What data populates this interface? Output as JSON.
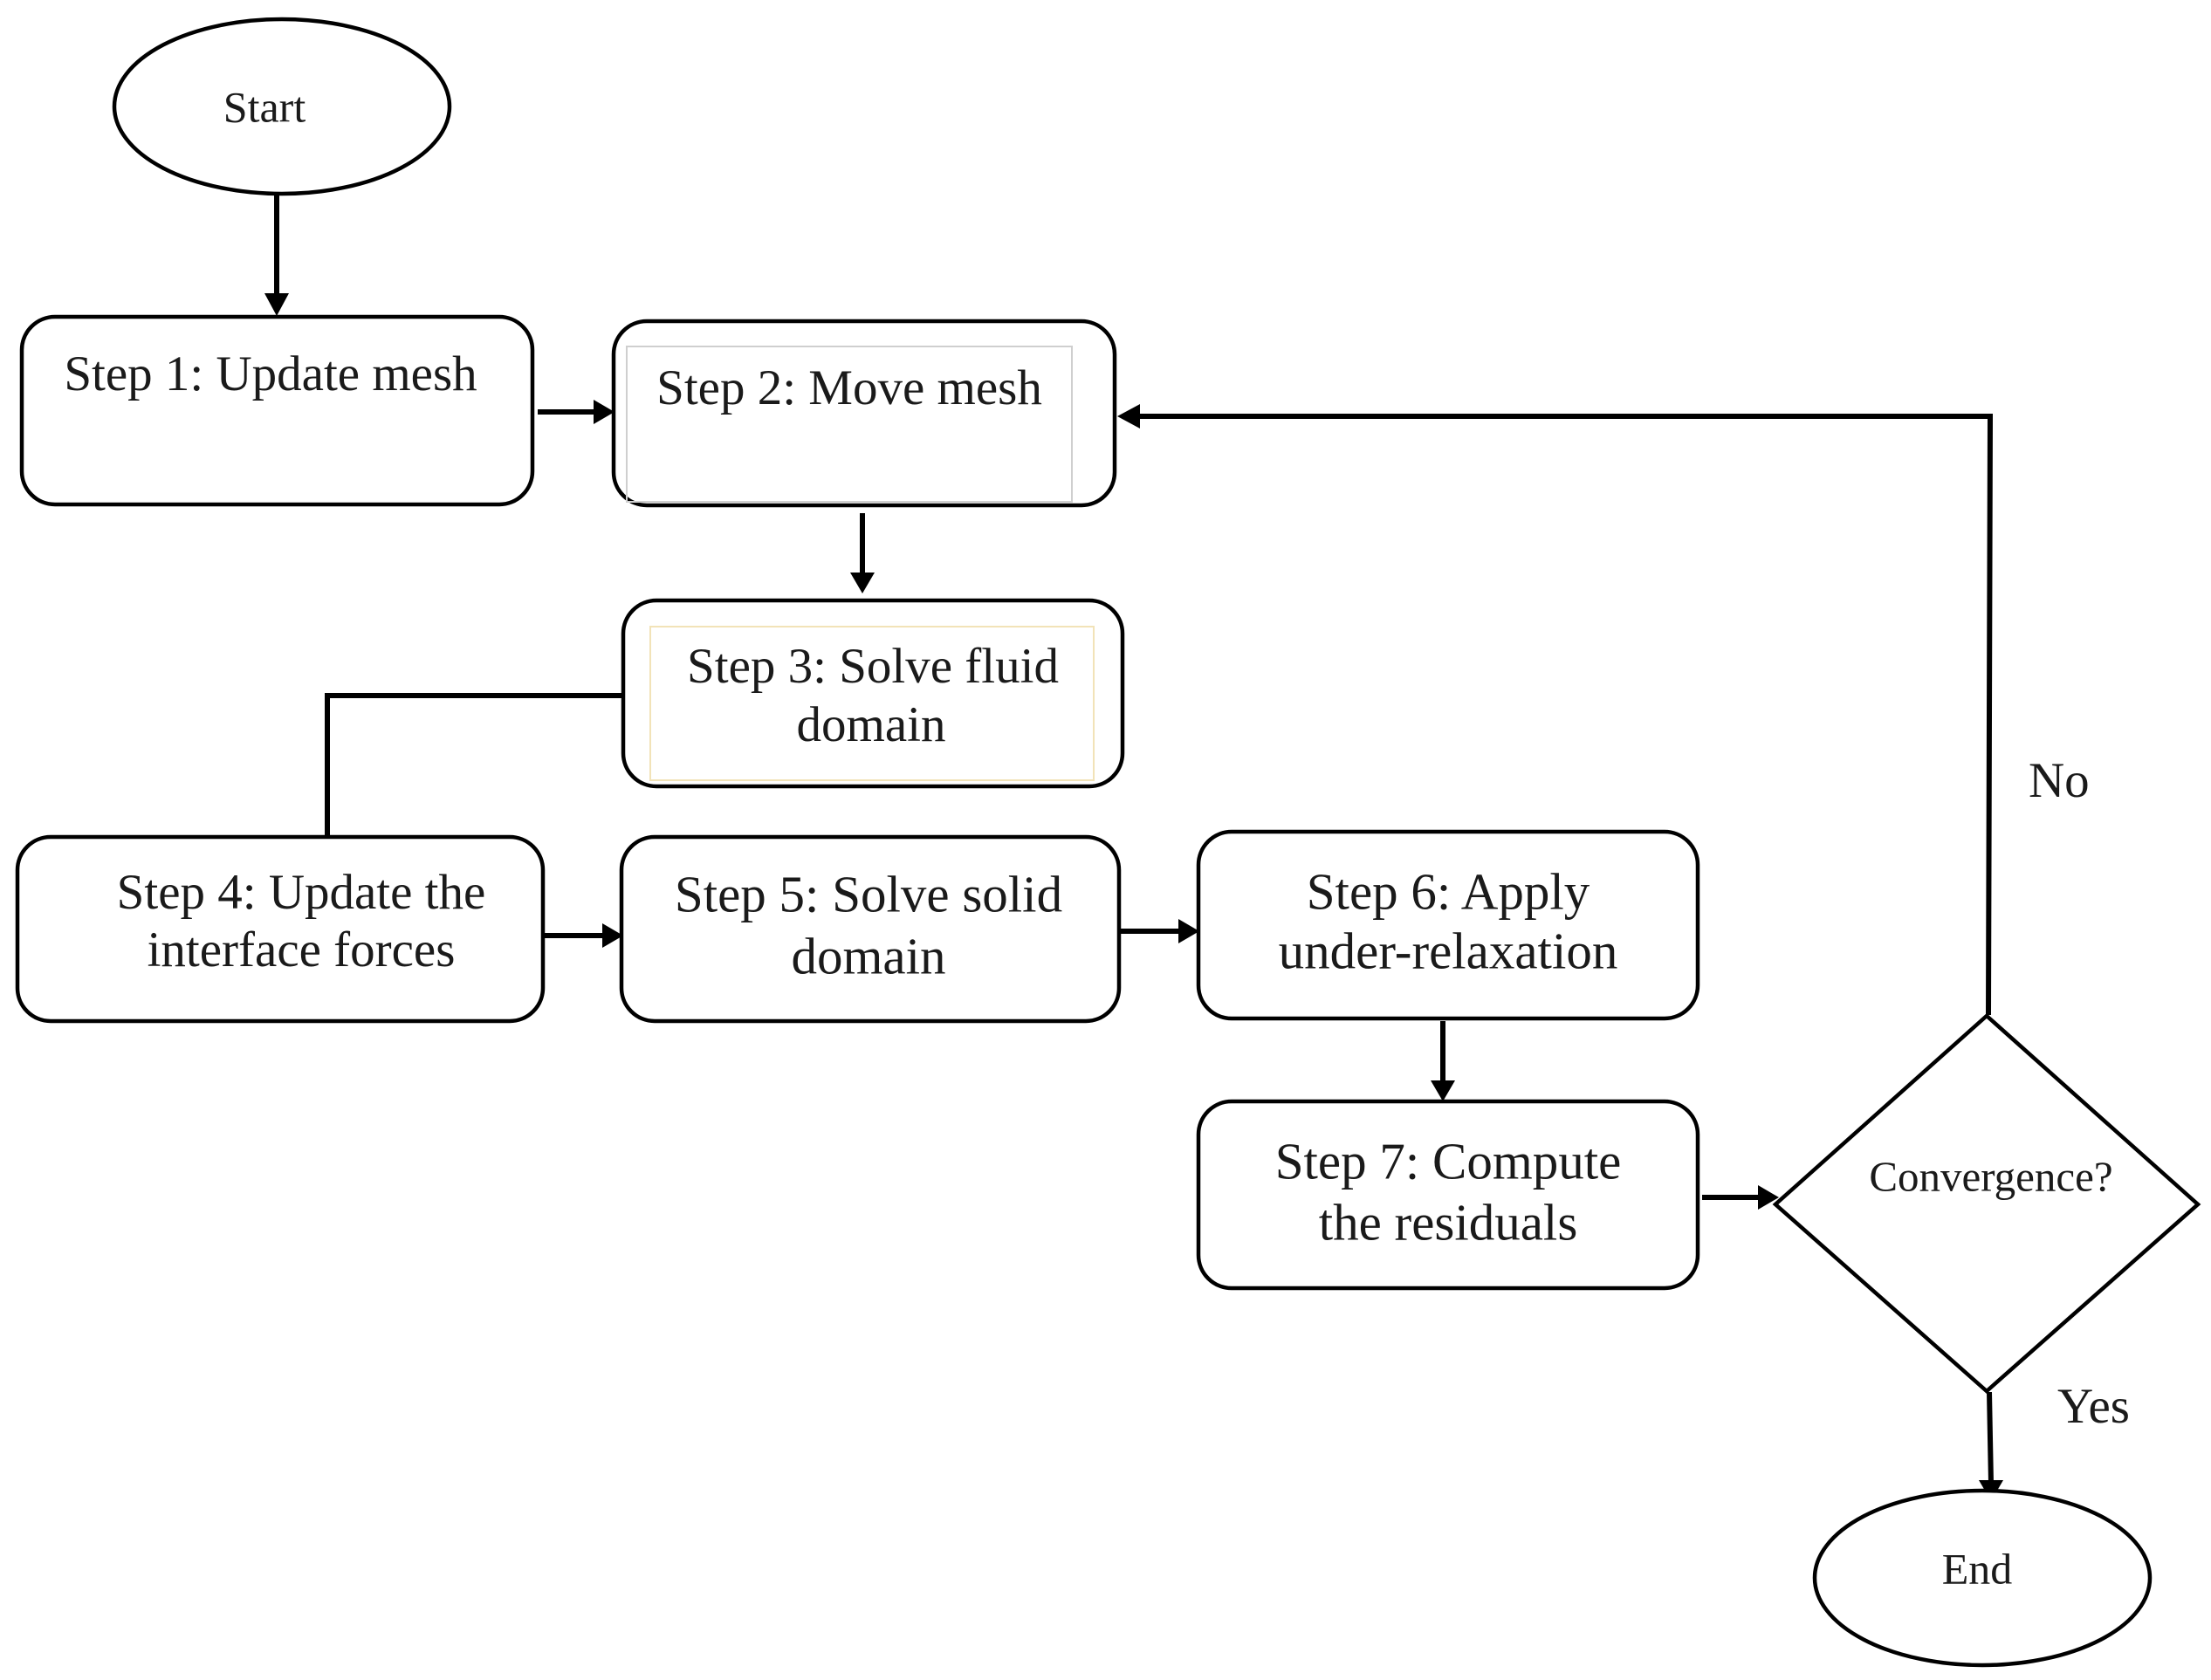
{
  "diagram": {
    "start": "Start",
    "step1": "Step 1: Update mesh",
    "step2": "Step 2: Move mesh",
    "step3": {
      "line1": "Step 3: Solve fluid",
      "line2": "domain"
    },
    "step4": {
      "line1": "Step 4: Update the",
      "line2": "interface forces"
    },
    "step5": {
      "line1": "Step 5: Solve solid",
      "line2": "domain"
    },
    "step6": {
      "line1": "Step 6: Apply",
      "line2": "under-relaxation"
    },
    "step7": {
      "line1": "Step 7: Compute",
      "line2": "the residuals"
    },
    "decision": "Convergence?",
    "no_label": "No",
    "yes_label": "Yes",
    "end": "End"
  }
}
